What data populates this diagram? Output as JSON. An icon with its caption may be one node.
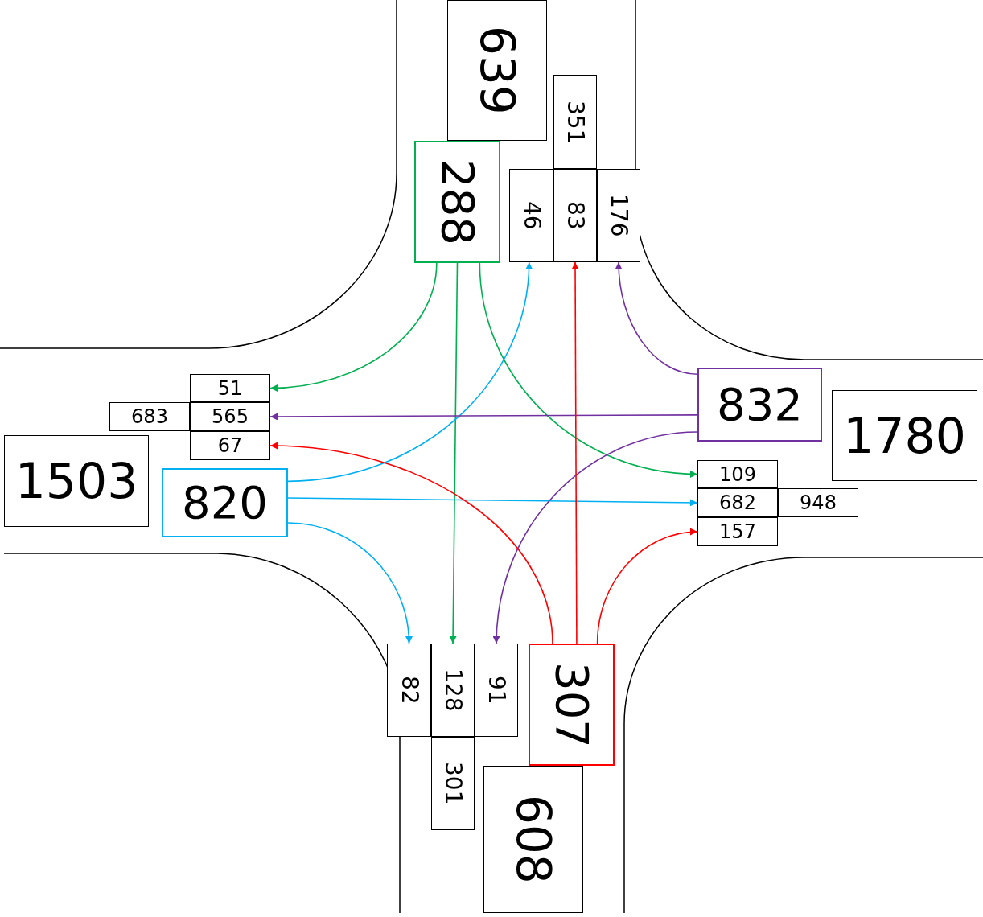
{
  "diagram": {
    "nodes": [
      {
        "text": [
          "639"
        ]
      },
      {
        "text": [
          "351"
        ]
      },
      {
        "text": [
          "288"
        ]
      },
      {
        "text": [
          "46"
        ]
      },
      {
        "text": [
          "83"
        ]
      },
      {
        "text": [
          "176"
        ]
      },
      {
        "text": [
          "51"
        ]
      },
      {
        "text": [
          "683"
        ]
      },
      {
        "text": [
          "565"
        ]
      },
      {
        "text": [
          "67"
        ]
      },
      {
        "text": [
          "1503"
        ]
      },
      {
        "text": [
          "820"
        ]
      },
      {
        "text": [
          "832"
        ]
      },
      {
        "text": [
          "1780"
        ]
      },
      {
        "text": [
          "109"
        ]
      },
      {
        "text": [
          "682"
        ]
      },
      {
        "text": [
          "948"
        ]
      },
      {
        "text": [
          "157"
        ]
      },
      {
        "text": [
          "82"
        ]
      },
      {
        "text": [
          "128"
        ]
      },
      {
        "text": [
          "91"
        ]
      },
      {
        "text": [
          "307"
        ]
      },
      {
        "text": [
          "301"
        ]
      },
      {
        "text": [
          "608"
        ]
      }
    ],
    "edges": [
      {
        "from": 2,
        "to": 6,
        "arrow": "to",
        "color": "#00b050"
      },
      {
        "from": 2,
        "to": 19,
        "arrow": "to",
        "color": "#00b050"
      },
      {
        "from": 2,
        "to": 14,
        "arrow": "to",
        "color": "#00b050"
      },
      {
        "from": 11,
        "to": 3,
        "arrow": "to",
        "color": "#00b0f0"
      },
      {
        "from": 11,
        "to": 15,
        "arrow": "to",
        "color": "#00b0f0"
      },
      {
        "from": 11,
        "to": 18,
        "arrow": "to",
        "color": "#00b0f0"
      },
      {
        "from": 12,
        "to": 5,
        "arrow": "to",
        "color": "#7030a0"
      },
      {
        "from": 12,
        "to": 8,
        "arrow": "to",
        "color": "#7030a0"
      },
      {
        "from": 12,
        "to": 20,
        "arrow": "to",
        "color": "#7030a0"
      },
      {
        "from": 21,
        "to": 9,
        "arrow": "to",
        "color": "#ff0000"
      },
      {
        "from": 21,
        "to": 4,
        "arrow": "to",
        "color": "#ff0000"
      },
      {
        "from": 21,
        "to": 17,
        "arrow": "to",
        "color": "#ff0000"
      }
    ]
  }
}
